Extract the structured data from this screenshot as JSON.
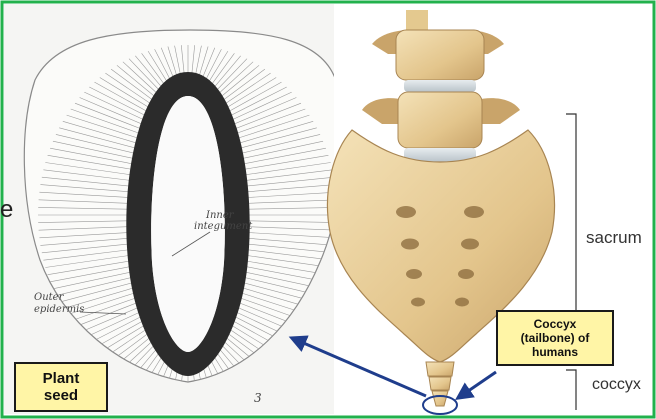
{
  "colors": {
    "frame_border": "#22b14c",
    "label_box_fill": "#fff5a6",
    "arrow": "#1f3d8c",
    "seed_integument": "#2b2b2b",
    "bone": "#e9cf9a",
    "bone_shadow": "#b5925a"
  },
  "seed_panel": {
    "edge_char": "e",
    "labels": {
      "inner_integument_line1": "Inner",
      "inner_integument_line2": "integument",
      "outer_epidermis_line1": "Outer",
      "outer_epidermis_line2": "epidermis",
      "figure_number": "3"
    },
    "caption": {
      "line1": "Plant",
      "line2": "seed"
    }
  },
  "spine_panel": {
    "labels": {
      "sacrum": "sacrum",
      "coccyx": "coccyx"
    },
    "callout": {
      "line1": "Coccyx",
      "line2": "(tailbone) of",
      "line3": "humans"
    }
  }
}
